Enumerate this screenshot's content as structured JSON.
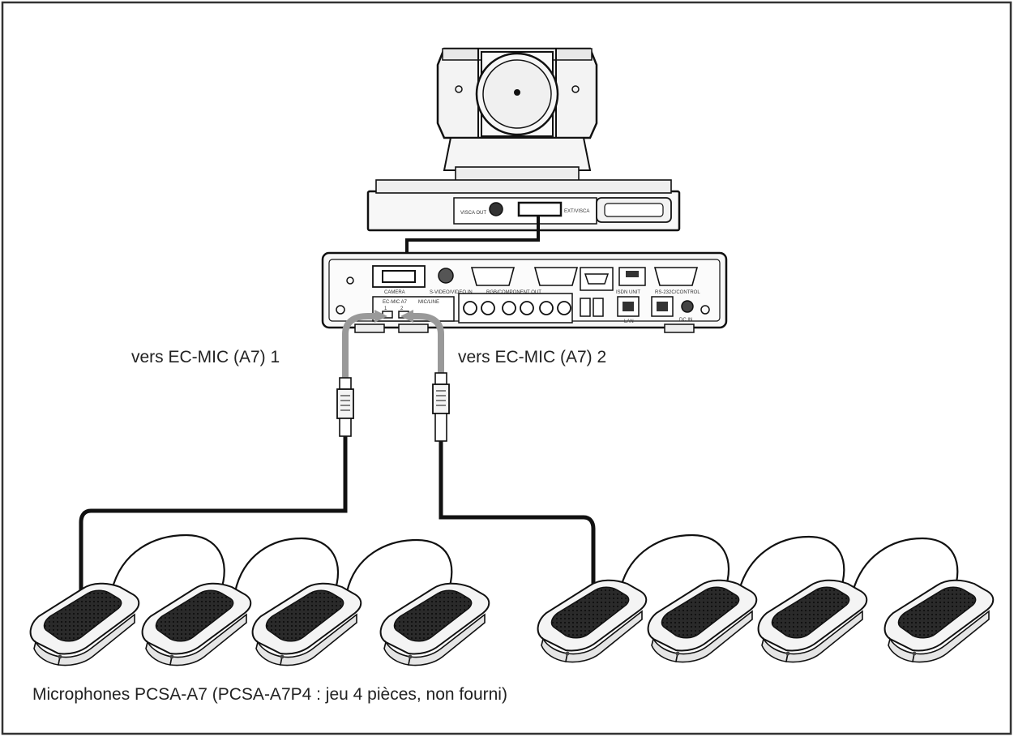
{
  "labels": {
    "port1": "vers EC-MIC (A7) 1",
    "port2": "vers EC-MIC (A7) 2",
    "microphones": "Microphones PCSA-A7 (PCSA-A7P4 : jeu 4 pièces, non fourni)"
  },
  "codec_panel": {
    "camera_port": "CAMERA",
    "svideo_port": "S-VIDEO/VIDEO IN",
    "rgb_port": "RGB/COMPONENT OUT",
    "isdn_port": "ISDN UNIT",
    "rs232_port": "RS-232C/CONTROL",
    "ecmic_port": "EC-MIC A7",
    "ecmic_num1": "1",
    "ecmic_num2": "2",
    "ecmic_alt_port": "MIC/LINE",
    "lan_port": "LAN",
    "dc_port": "DC IN"
  },
  "camera_base": {
    "left_label": "VISCA OUT",
    "right_label": "EXT/VISCA"
  },
  "colors": {
    "line": "#111111",
    "arrow": "#999999",
    "frame": "#333333"
  }
}
